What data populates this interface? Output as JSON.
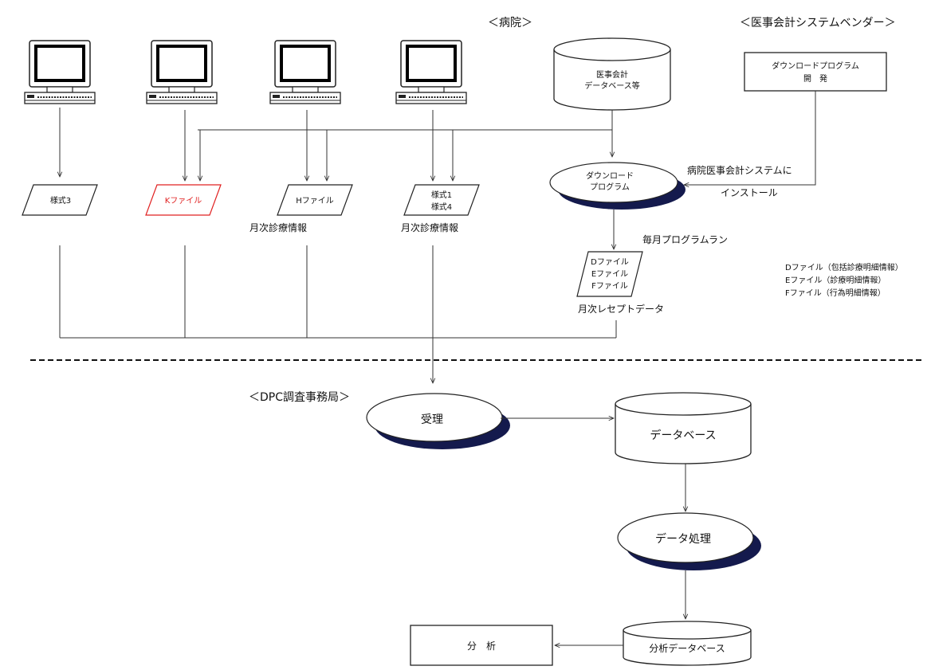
{
  "headers": {
    "hospital": "＜病院＞",
    "vendor": "＜医事会計システムベンダー＞",
    "dpc_office": "＜DPC調査事務局＞"
  },
  "hospital_db": {
    "line1": "医事会計",
    "line2": "データベース等"
  },
  "dev_box": {
    "line1": "ダウンロードプログラム",
    "line2": "開　発"
  },
  "download_program": {
    "line1": "ダウンロード",
    "line2": "プログラム"
  },
  "install_label": {
    "line1": "病院医事会計システムに",
    "line2": "インストール"
  },
  "monthly_run": "毎月プログラムラン",
  "files": {
    "yoshiki3": "様式3",
    "kfile": "Kファイル",
    "hfile": "Hファイル",
    "yoshiki14_line1": "様式1",
    "yoshiki14_line2": "様式4",
    "def_line1": "Dファイル",
    "def_line2": "Eファイル",
    "def_line3": "Fファイル"
  },
  "captions": {
    "monthly_medical_info_1": "月次診療情報",
    "monthly_medical_info_2": "月次診療情報",
    "monthly_receipt_data": "月次レセプトデータ"
  },
  "legend": [
    "Dファイル（包括診療明細情報）",
    "Eファイル（診療明細情報）",
    "Fファイル（行為明細情報）"
  ],
  "office": {
    "receive": "受理",
    "database": "データベース",
    "processing": "データ処理",
    "analysis_db": "分析データベース",
    "analysis": "分　析"
  },
  "colors": {
    "red_file": "#e02020",
    "shadow": "#141a4d",
    "line": "#333333"
  },
  "icons": [
    "computer-terminal-icon",
    "computer-terminal-icon",
    "computer-terminal-icon",
    "computer-terminal-icon"
  ]
}
